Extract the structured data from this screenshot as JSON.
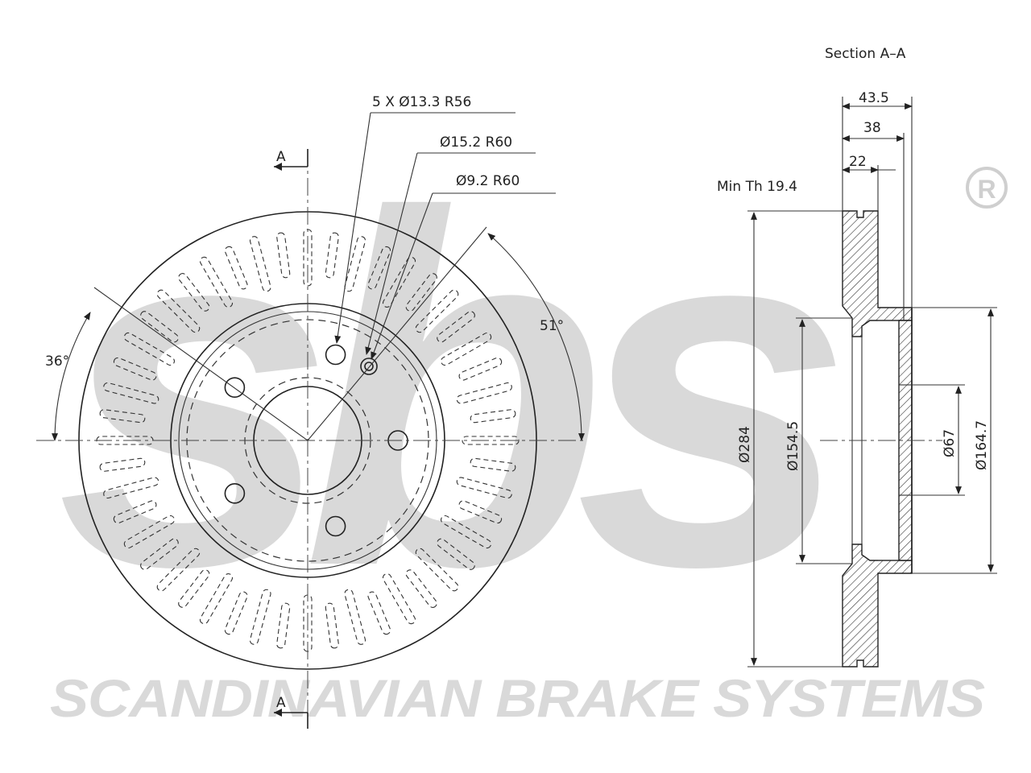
{
  "brand": {
    "logo_text": "sbs",
    "registered_mark": "®",
    "company_name": "SCANDINAVIAN BRAKE SYSTEMS"
  },
  "front_view": {
    "section_marker_top": "A",
    "section_marker_bottom": "A",
    "callout_bolt_holes": "5 X Ø13.3 R56",
    "callout_hole_large": "Ø15.2 R60",
    "callout_hole_small": "Ø9.2 R60",
    "angle_left": "36°",
    "angle_right": "51°"
  },
  "section_view": {
    "title": "Section A–A",
    "dim_total_height": "43.5",
    "dim_hat_height": "38",
    "dim_thickness": "22",
    "min_thickness": "Min Th 19.4",
    "dia_outer": "Ø284",
    "dia_inner_friction": "Ø154.5",
    "dia_center_bore": "Ø67",
    "dia_hat": "Ø164.7"
  },
  "colors": {
    "watermark": "#d9d9d9",
    "line": "#222222"
  }
}
